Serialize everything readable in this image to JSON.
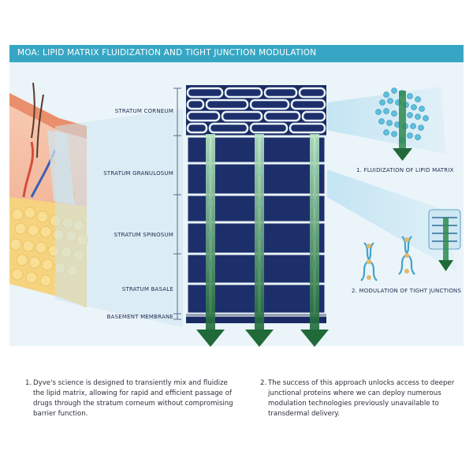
{
  "header": {
    "title": "MOA: LIPID MATRIX FLUIDIZATION AND TIGHT JUNCTION MODULATION"
  },
  "layers": [
    "STRATUM CORNEUM",
    "STRATUM GRANULOSUM",
    "STRATUM SPINOSUM",
    "STRATUM BASALE",
    "BASEMENT MEMBRANE"
  ],
  "mechanisms": [
    "1. FLUIDIZATION OF LIPID MATRIX",
    "2. MODULATION OF TIGHT JUNCTIONS"
  ],
  "notes": [
    {
      "number": "1.",
      "text": "Dyve's science is designed to transiently mix and fluidize the lipid matrix, allowing for rapid and efficient passage of drugs through the stratum corneum without compromising barrier function."
    },
    {
      "number": "2.",
      "text": "The success of this approach unlocks access to deeper junctional proteins where we can deploy numerous modulation technologies previously unavailable to transdermal delivery."
    }
  ],
  "colors": {
    "banner": "#37a6c4",
    "panel": "#eaf4f9",
    "cell": "#1d2f6b",
    "arrow": "#2f8a4e",
    "junction": "#3fb3d9",
    "skin": "#f3b59b",
    "fat": "#f5d27a"
  }
}
